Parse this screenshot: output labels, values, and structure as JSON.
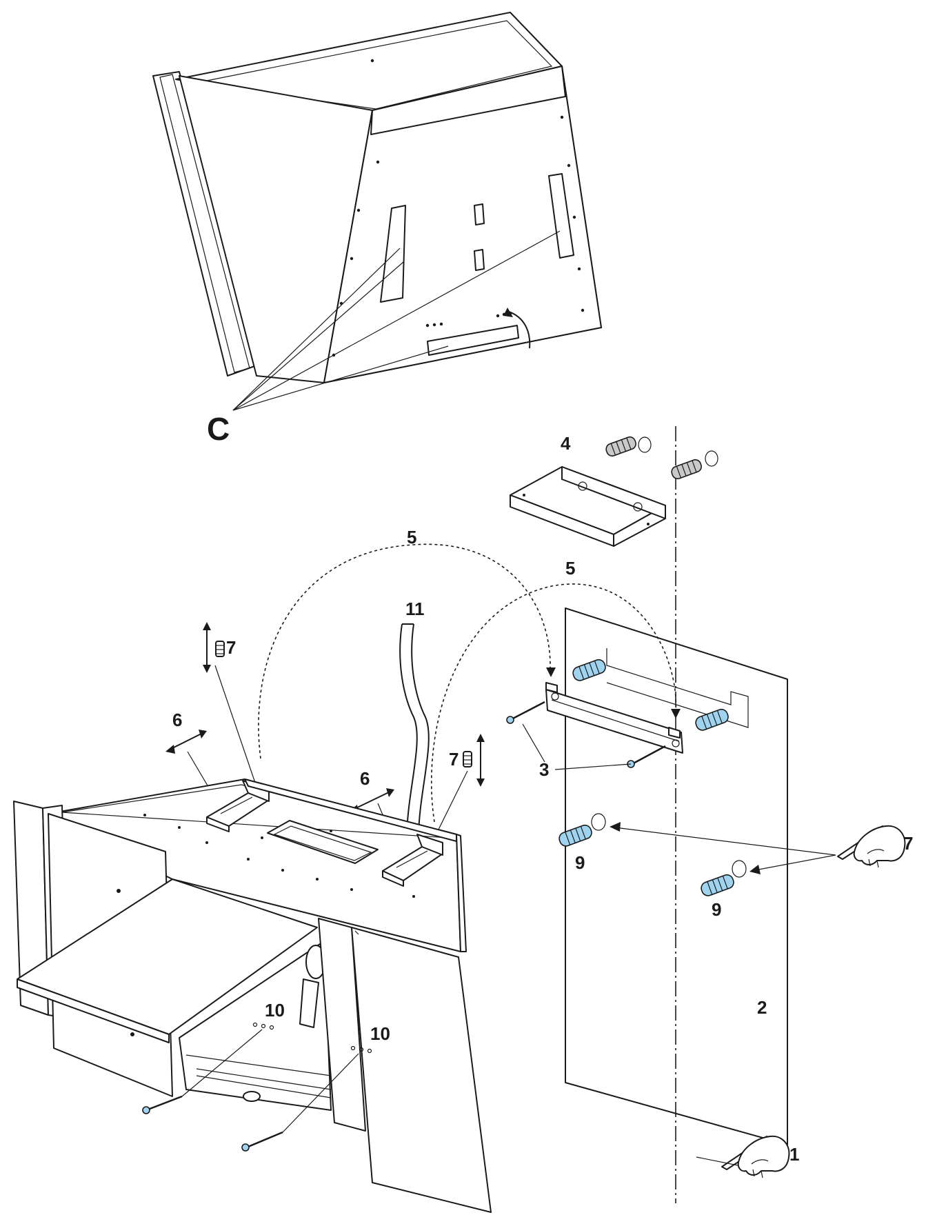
{
  "labels": {
    "c": "C",
    "wall": "2",
    "pencil_lower": "1",
    "screws_bracket": "3",
    "upper_bracket": "4",
    "arrow_left": "5",
    "arrow_right": "5",
    "slide_left": "6",
    "slide_right": "6",
    "spacer_left": "7",
    "spacer_right": "7",
    "pencil_upper": "7",
    "plug_left": "9",
    "plug_right": "9",
    "hole_left": "10",
    "hole_right": "10",
    "duct": "11"
  },
  "colors": {
    "line": "#1a1a1a",
    "wall_plug": "#9fd3ef",
    "grey_plug": "#c9c9c9"
  },
  "icons": [
    "hand-with-pencil-icon",
    "wall-plug-icon",
    "screw-icon",
    "double-arrow-icon",
    "spacer-stack-icon"
  ]
}
